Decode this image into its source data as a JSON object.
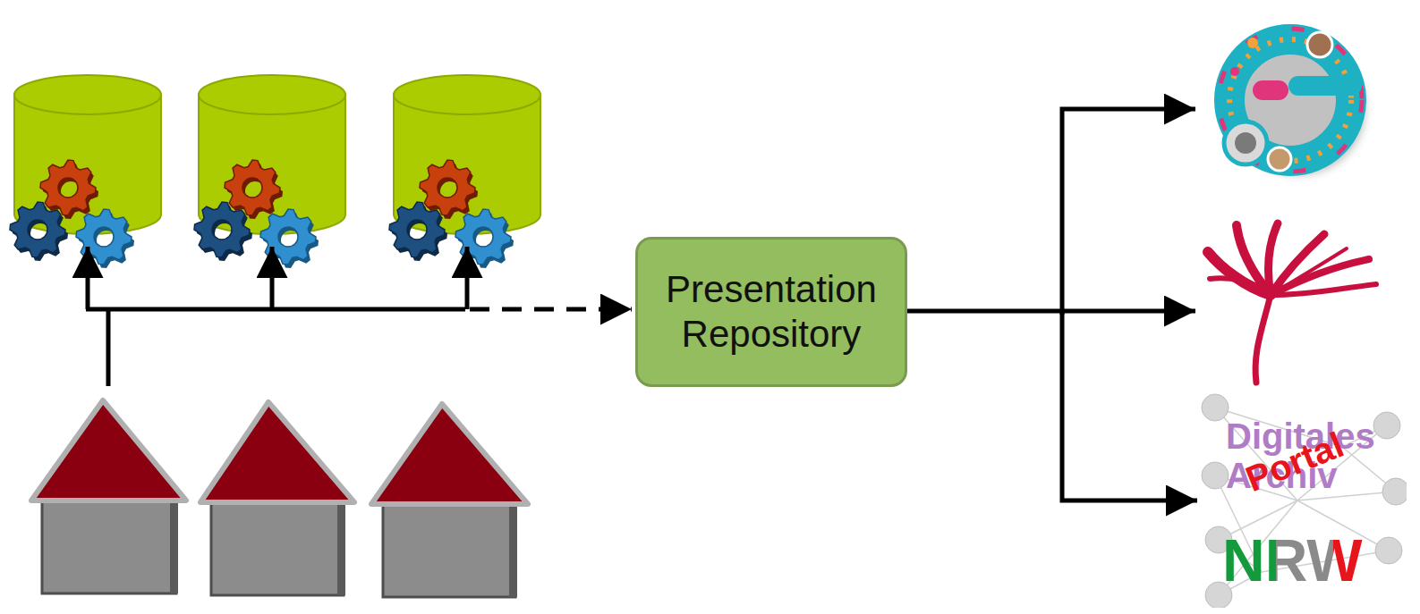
{
  "diagram": {
    "nodes": [
      {
        "text": [
          "Presentation Repository"
        ]
      },
      {
        "text": [
          "Digitales Archiv",
          "Portal",
          "NRW"
        ]
      }
    ],
    "edges": [
      {
        "from": 0,
        "to": 1,
        "arrow": "to"
      }
    ]
  }
}
